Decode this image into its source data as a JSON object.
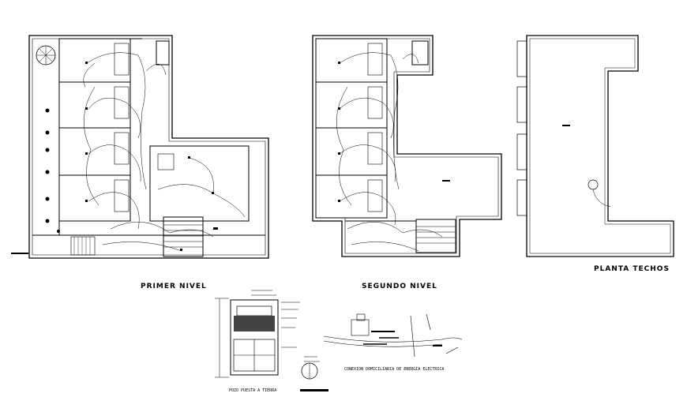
{
  "labels": {
    "primer_nivel": "PRIMER NIVEL",
    "segundo_nivel": "SEGUNDO NIVEL",
    "planta_techos": "PLANTA TECHOS",
    "pozo_puesta_tierra": "POZO PUESTA A TIERRA",
    "conexion": "CONEXION DOMICILIARIA DE ENERGIA ELECTRICA"
  },
  "colors": {
    "line": "#000000",
    "background": "#ffffff"
  }
}
